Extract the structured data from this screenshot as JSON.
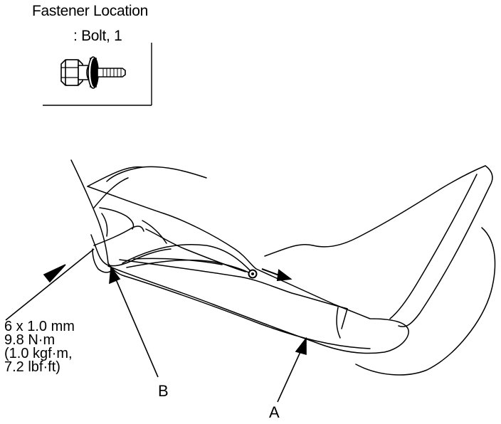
{
  "legend": {
    "title": "Fastener Location",
    "item": ": Bolt, 1",
    "icon": "flange-bolt-icon"
  },
  "spec": {
    "line1": "6 x 1.0 mm",
    "line2": "9.8 N·m",
    "line3": "(1.0 kgf·m,",
    "line4": "7.2 lbf·ft)"
  },
  "labels": {
    "a": "A",
    "b": "B"
  },
  "colors": {
    "ink": "#000000",
    "background": "#ffffff"
  }
}
